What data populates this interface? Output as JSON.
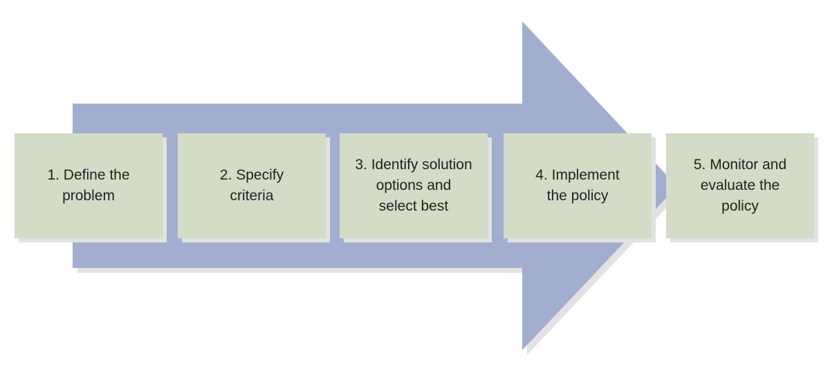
{
  "colors": {
    "arrow": "#a1aecf",
    "arrow_shadow": "#e2e2e2",
    "box": "#d3dcc6",
    "text": "#231f20"
  },
  "steps": [
    {
      "label": "1. Define the\nproblem"
    },
    {
      "label": "2. Specify\ncriteria"
    },
    {
      "label": "3. Identify solution\noptions and\nselect best"
    },
    {
      "label": "4. Implement\nthe policy"
    },
    {
      "label": "5. Monitor and\nevaluate the\npolicy"
    }
  ]
}
